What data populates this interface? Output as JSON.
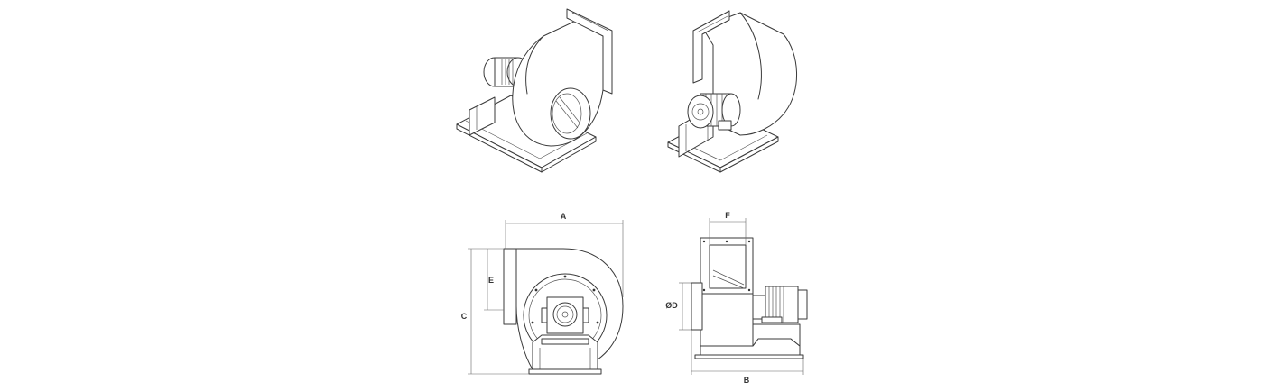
{
  "views": {
    "iso_front_name": "isometric-view-inlet-side",
    "iso_back_name": "isometric-view-motor-side"
  },
  "dimensions": {
    "A": "A",
    "B": "B",
    "C": "C",
    "D": "ØD",
    "E": "E",
    "F": "F"
  },
  "colors": {
    "line": "#3a3a3a",
    "dimension_line": "#666666",
    "background": "#ffffff"
  }
}
